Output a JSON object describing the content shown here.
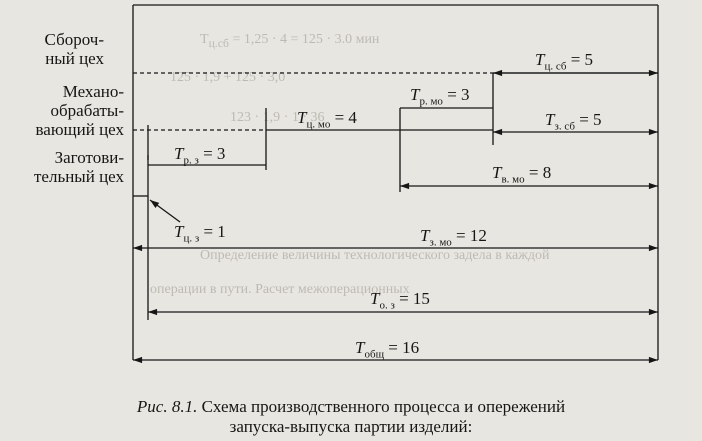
{
  "shops": {
    "assembly": [
      "Сбороч-",
      "ный цех"
    ],
    "machining": [
      "Механо-",
      "обрабаты-",
      "вающий цех"
    ],
    "blank": [
      "Заготови-",
      "тельный цех"
    ]
  },
  "intervals": [
    {
      "id": "tsb",
      "symbol": "T",
      "sub": "ц. сб",
      "value": "= 5"
    },
    {
      "id": "trmo",
      "symbol": "T",
      "sub": "р. мо",
      "value": "= 3"
    },
    {
      "id": "tcmo",
      "symbol": "T",
      "sub": "ц. мо",
      "value": "= 4"
    },
    {
      "id": "tzsb",
      "symbol": "T",
      "sub": "з. сб",
      "value": "= 5"
    },
    {
      "id": "trz",
      "symbol": "T",
      "sub": "р. з",
      "value": "= 3"
    },
    {
      "id": "tvmo",
      "symbol": "T",
      "sub": "в. мо",
      "value": "= 8"
    },
    {
      "id": "tcz",
      "symbol": "T",
      "sub": "ц. з",
      "value": "= 1"
    },
    {
      "id": "tzmo",
      "symbol": "T",
      "sub": "з. мо",
      "value": "= 12"
    },
    {
      "id": "toz",
      "symbol": "T",
      "sub": "о. з",
      "value": "= 15"
    },
    {
      "id": "tobsh",
      "symbol": "T",
      "sub": "общ",
      "value": "= 16"
    }
  ],
  "caption": {
    "fig": "Рис. 8.1.",
    "line1": "Схема производственного процесса и опережений",
    "line2": "запуска-выпуска партии изделий:"
  }
}
